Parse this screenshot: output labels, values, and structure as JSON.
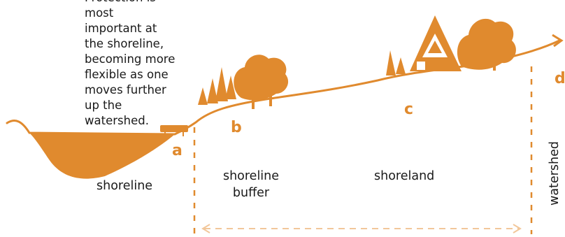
{
  "intro_text": "Protection is most\nimportant at the shoreline,\nbecoming more flexible as one\nmoves further up the\nwatershed.",
  "zones": {
    "a": "a",
    "b": "b",
    "c": "c",
    "d": "d"
  },
  "labels": {
    "shoreline": "shoreline",
    "shoreline_buffer": "shoreline buffer",
    "shoreland": "shoreland",
    "watershed": "watershed"
  },
  "colors": {
    "accent": "#e08a2e",
    "text": "#1a1a1a"
  }
}
